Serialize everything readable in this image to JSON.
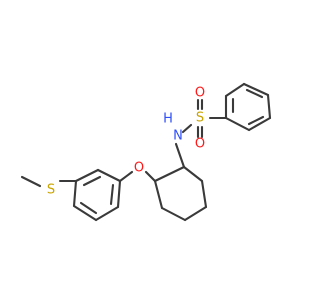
{
  "molecule": {
    "atoms": {
      "sulfonyl_s": {
        "label": "S",
        "color": "#c9a400"
      },
      "sulfonyl_o_top": {
        "label": "O",
        "color": "#ff1a1a"
      },
      "sulfonyl_o_bottom": {
        "label": "O",
        "color": "#ff1a1a"
      },
      "amide_nh": {
        "label": "H",
        "color": "#3050f8"
      },
      "amide_n": {
        "label": "N",
        "color": "#3050f8"
      },
      "ether_o": {
        "label": "O",
        "color": "#ff1a1a"
      },
      "thioether_s": {
        "label": "S",
        "color": "#c9a400"
      }
    },
    "bond_color": "#3a3a3a"
  }
}
